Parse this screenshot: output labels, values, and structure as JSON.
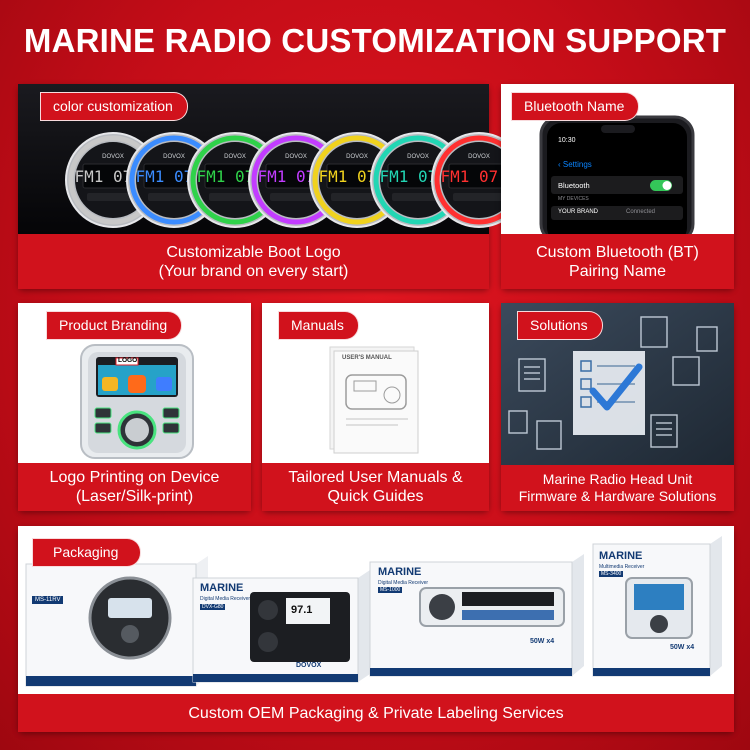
{
  "page_title": "MARINE RADIO CUSTOMIZATION SUPPORT",
  "colors": {
    "brand_red": "#d1121c",
    "background_red": "#c50d18"
  },
  "cards": {
    "color": {
      "tag": "color customization",
      "caption": [
        "Customizable Boot Logo",
        "(Your brand on every start)"
      ],
      "radio_brand": "DOVOX",
      "display_text": "FM1 07:9",
      "ring_colors": [
        "#c8c8c8",
        "#3b8cff",
        "#2fd24a",
        "#c23cff",
        "#f0d21e",
        "#22d6b4",
        "#ff3030"
      ]
    },
    "bluetooth": {
      "tag": "Bluetooth Name",
      "caption": [
        "Custom Bluetooth (BT)",
        "Pairing Name"
      ],
      "phone": {
        "time": "10:30",
        "back_label": "Settings",
        "bluetooth_label": "Bluetooth",
        "section_label": "MY DEVICES",
        "device_name": "YOUR BRAND",
        "device_status": "Connected"
      }
    },
    "branding": {
      "tag": "Product Branding",
      "caption": [
        "Logo Printing on Device",
        "(Laser/Silk-print)"
      ],
      "logo_text": "LOGO"
    },
    "manuals": {
      "tag": "Manuals",
      "caption": [
        "Tailored User Manuals &",
        "Quick Guides"
      ],
      "booklet_title": "USER'S MANUAL"
    },
    "solutions": {
      "tag": "Solutions",
      "caption": [
        "Marine Radio Head Unit",
        "Firmware & Hardware Solutions"
      ]
    },
    "packaging": {
      "tag": "Packaging",
      "caption": "Custom OEM Packaging & Private Labeling Services",
      "boxes": [
        {
          "brand": "MARINE",
          "sub": "Digital Media Receiver",
          "model": "DVX-G80",
          "screen": "97.1",
          "footer": "DOVOX"
        },
        {
          "brand": "MARINE",
          "sub": "Digital Media Receiver",
          "model": "MS-1000",
          "power": "50W x4"
        },
        {
          "brand": "MARINE",
          "sub": "Multimedia Receiver",
          "model": "MS-3400",
          "power": "50W x4"
        }
      ],
      "first_box_model": "MS-11RV"
    }
  }
}
